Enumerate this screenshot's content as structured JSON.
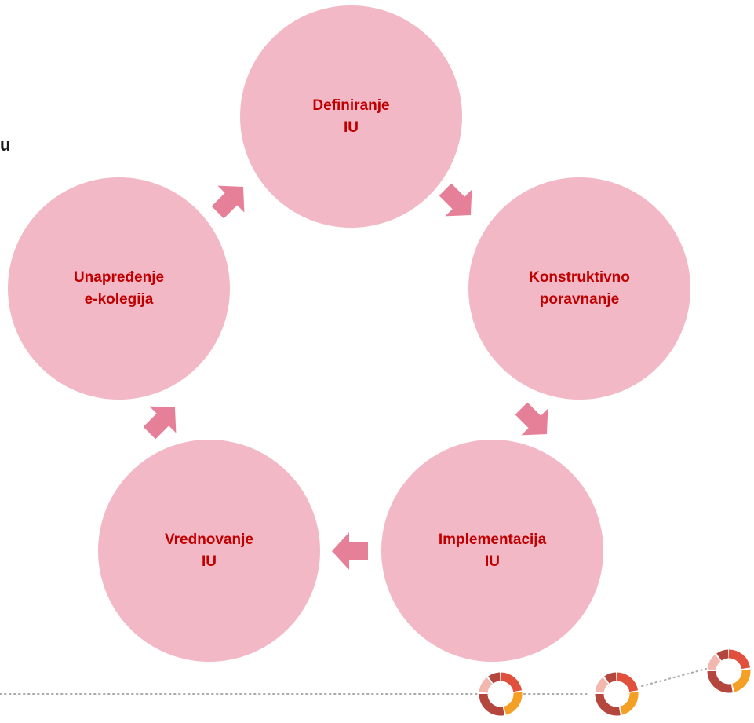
{
  "colors": {
    "node_fill": "#f2b8c6",
    "node_text": "#c00000",
    "arrow_fill": "#e67f98",
    "footer_dots": "#aaaaaa",
    "ring_dark": "#b5463e",
    "ring_mid": "#e0503c",
    "ring_orange": "#f4a024",
    "ring_light": "#f2b8b0"
  },
  "stray_text": "u",
  "nodes": [
    {
      "id": "definiranje",
      "lines": [
        "Definiranje",
        "IU"
      ]
    },
    {
      "id": "konstruktivno",
      "lines": [
        "Konstruktivno",
        "poravnanje"
      ]
    },
    {
      "id": "implementacija",
      "lines": [
        "Implementacija",
        "IU"
      ]
    },
    {
      "id": "vrednovanje",
      "lines": [
        "Vrednovanje",
        "IU"
      ]
    },
    {
      "id": "unapredenje",
      "lines": [
        "Unapređenje",
        "e-kolegija"
      ]
    }
  ],
  "footer_icons": [
    "ring-logo-icon",
    "ring-logo-icon",
    "ring-logo-icon"
  ]
}
